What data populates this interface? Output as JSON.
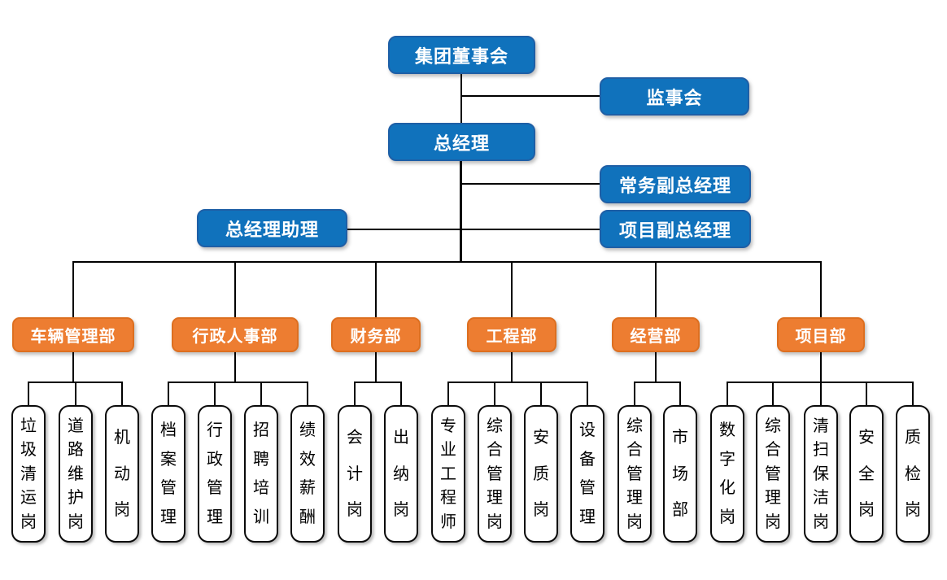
{
  "org": {
    "board": "集团董事会",
    "supervisory_board": "监事会",
    "general_manager": "总经理",
    "deputy_gm_executive": "常务副总经理",
    "gm_assistant": "总经理助理",
    "deputy_gm_project": "项目副总经理",
    "departments": [
      {
        "label": "车辆管理部",
        "positions": [
          "垃圾清运岗",
          "道路维护岗",
          "机动岗"
        ]
      },
      {
        "label": "行政人事部",
        "positions": [
          "档案管理",
          "行政管理",
          "招聘培训",
          "绩效薪酬"
        ]
      },
      {
        "label": "财务部",
        "positions": [
          "会计岗",
          "出纳岗"
        ]
      },
      {
        "label": "工程部",
        "positions": [
          "专业工程师",
          "综合管理岗",
          "安质岗",
          "设备管理"
        ]
      },
      {
        "label": "经营部",
        "positions": [
          "综合管理岗",
          "市场部"
        ]
      },
      {
        "label": "项目部",
        "positions": [
          "数字化岗",
          "综合管理岗",
          "清扫保洁岗",
          "安全岗",
          "质检岗"
        ]
      }
    ]
  },
  "colors": {
    "executive_blue": "#1072BC",
    "executive_blue_border": "#1E5FA6",
    "department_orange": "#ED7D31",
    "department_orange_border": "#DD6F20",
    "connector_black": "#000000",
    "position_box_bg": "#FFFFFF"
  }
}
